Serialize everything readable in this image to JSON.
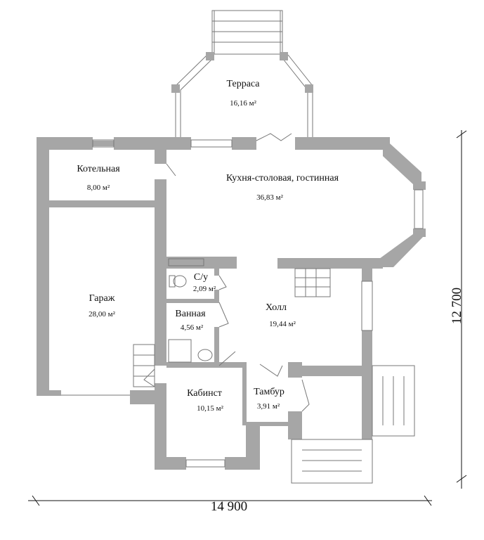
{
  "rooms": [
    {
      "name": "Терраса",
      "area": "16,16 м²"
    },
    {
      "name": "Котельная",
      "area": "8,00 м²"
    },
    {
      "name": "Кухня-столовая, гостинная",
      "area": "36,83 м²"
    },
    {
      "name": "Гараж",
      "area": "28,00 м²"
    },
    {
      "name": "С/у",
      "area": "2,09 м²"
    },
    {
      "name": "Ванная",
      "area": "4,56 м²"
    },
    {
      "name": "Холл",
      "area": "19,44 м²"
    },
    {
      "name": "Кабинст",
      "area": "10,15 м²"
    },
    {
      "name": "Тамбур",
      "area": "3,91 м²"
    }
  ],
  "dimensions": {
    "width": "14 900",
    "height": "12 700"
  },
  "colors": {
    "wall": "#a6a6a6"
  }
}
